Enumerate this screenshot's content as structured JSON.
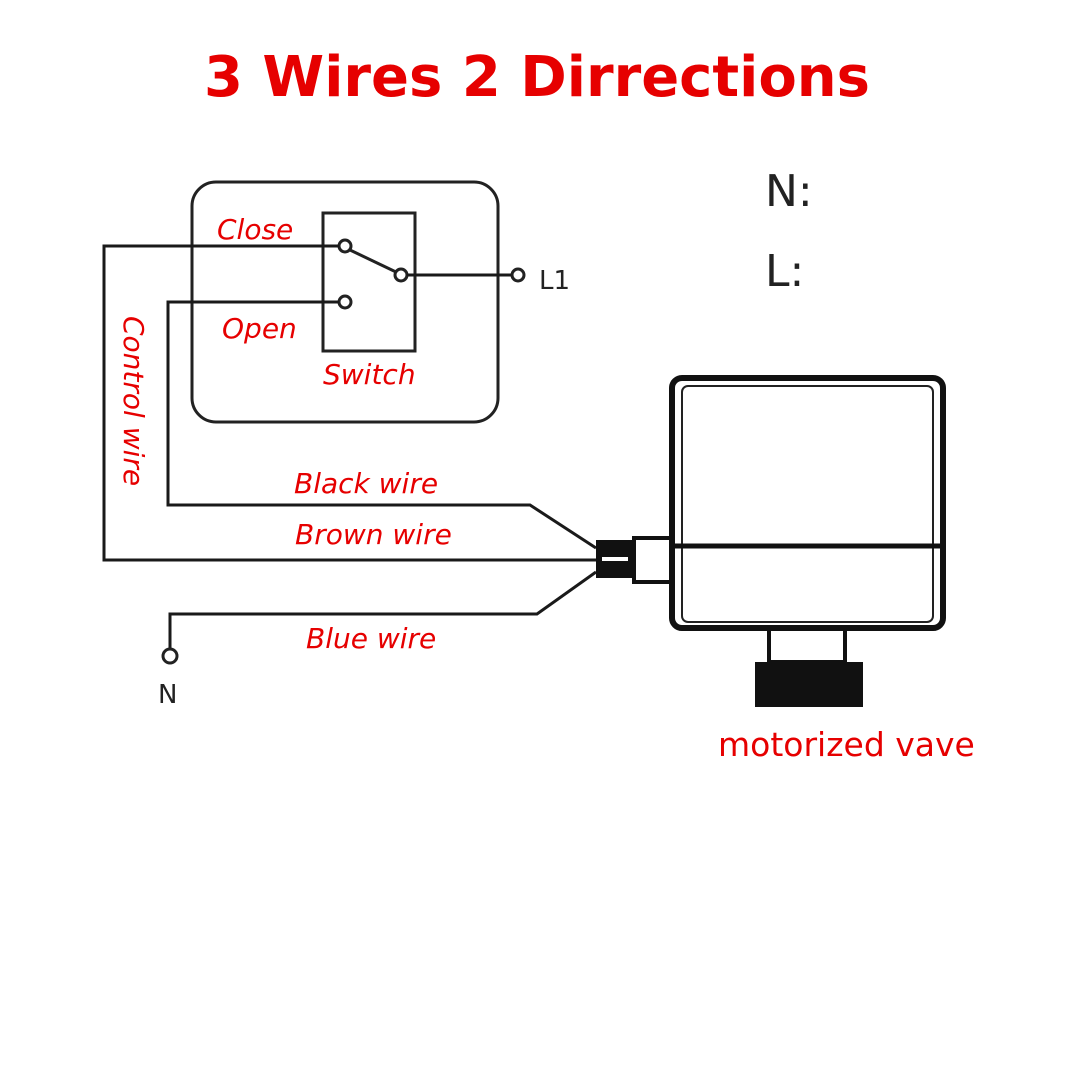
{
  "title": "3 Wires 2 Dirrections",
  "legend": {
    "n": "N:",
    "l": "L:"
  },
  "switch": {
    "close_label": "Close",
    "open_label": "Open",
    "switch_label": "Switch",
    "line_label": "L1"
  },
  "wires": {
    "control": "Control wire",
    "black": "Black wire",
    "brown": "Brown wire",
    "blue": "Blue wire"
  },
  "neutral_label": "N",
  "valve_label": "motorized vave",
  "colors": {
    "accent_red": "#e60000",
    "line_black": "#1a1a1a"
  }
}
